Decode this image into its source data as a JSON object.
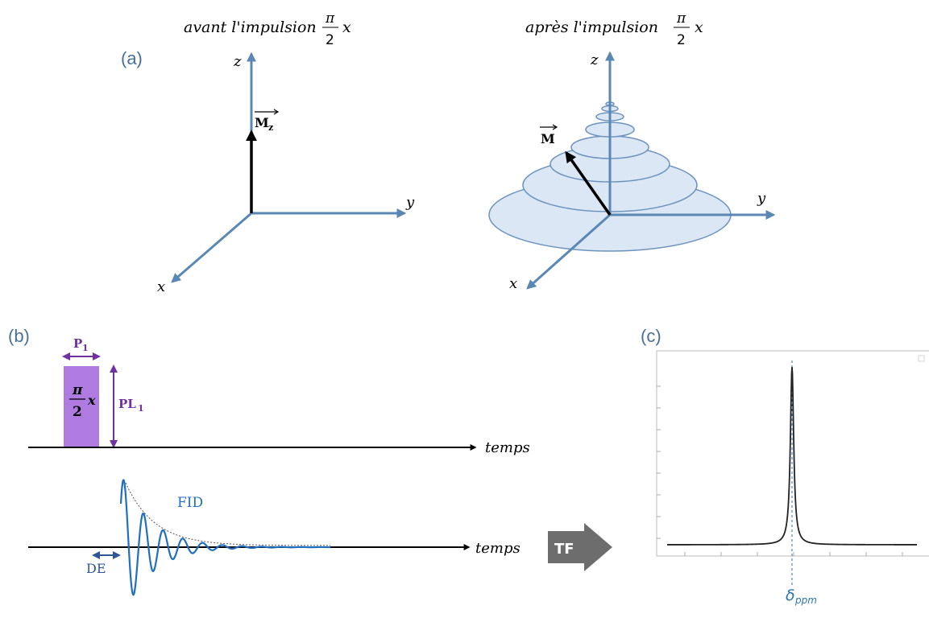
{
  "colors": {
    "axis": "#5b87b5",
    "label_blue": "#4a6f96",
    "pulse": "#b07be0",
    "pulse_text": "#7030a0",
    "fid": "#1f6fc1",
    "cone_fill": "#dbe7f4",
    "cone_stroke": "#6c93bf",
    "tf_arrow": "#6d6d6d",
    "de_arrow": "#2f5597",
    "ppm": "#2e74b5",
    "spectrum": "#222222"
  },
  "panel_a": {
    "label": "(a)",
    "before": {
      "caption_text": "avant l'impulsion",
      "caption_fraction_num": "π",
      "caption_fraction_den": "2",
      "caption_axis": "x",
      "axis_z": "z",
      "axis_y": "y",
      "axis_x": "x",
      "vector_label": "M",
      "vector_sub": "z"
    },
    "after": {
      "caption_text": "après l'impulsion",
      "caption_fraction_num": "π",
      "caption_fraction_den": "2",
      "caption_axis": "x",
      "axis_z": "z",
      "axis_y": "y",
      "axis_x": "x",
      "vector_label": "M"
    }
  },
  "panel_b": {
    "label": "(b)",
    "pulse_width_label": "P",
    "pulse_width_sub": "1",
    "pulse_power_label": "PL",
    "pulse_power_sub": "1",
    "pulse_num": "π",
    "pulse_den": "2",
    "pulse_axis": "x",
    "time_label_top": "temps",
    "time_label_bottom": "temps",
    "fid_label": "FID",
    "de_label": "DE",
    "tf_label": "TF"
  },
  "panel_c": {
    "label": "(c)",
    "delta_symbol": "δ",
    "delta_sub": "ppm"
  },
  "chart_data": {
    "type": "line",
    "title": "",
    "xlabel": "",
    "ylabel": "",
    "shape": "lorentzian",
    "peak_position": 0.5,
    "peak_height": 0.96,
    "baseline": 0.0,
    "half_width": 0.008,
    "x_range": [
      0,
      1
    ],
    "y_range": [
      0,
      1
    ]
  }
}
